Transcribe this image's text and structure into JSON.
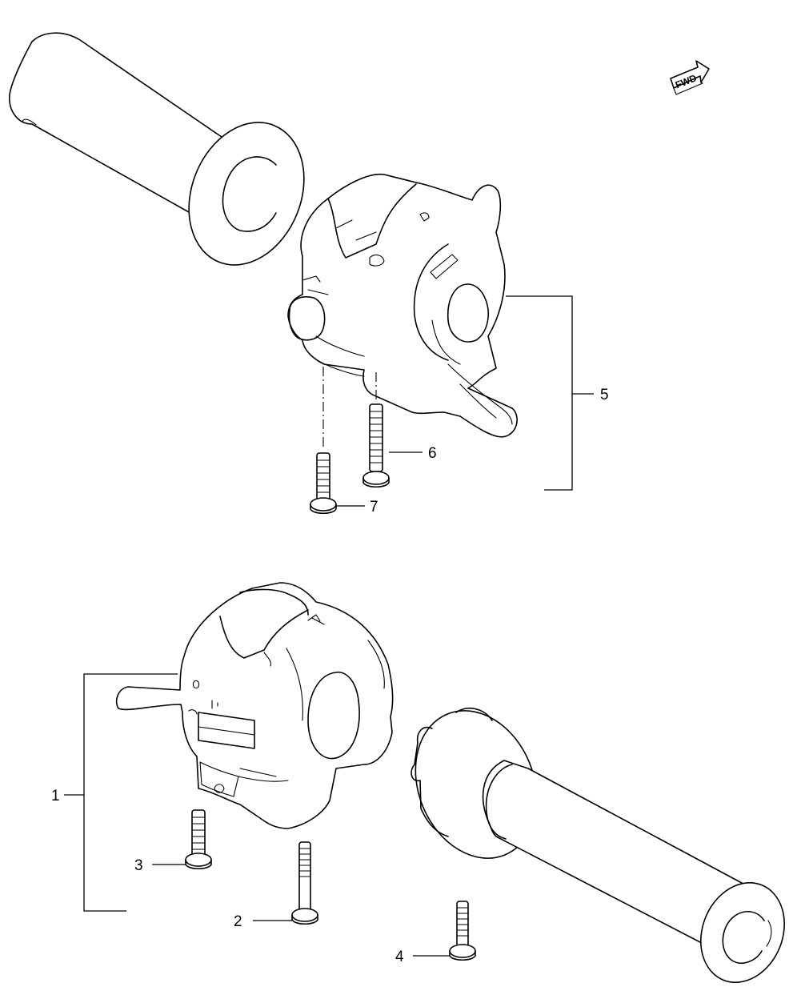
{
  "diagram": {
    "badge": {
      "text": "FWD",
      "icon": "forward-arrow-icon"
    },
    "callouts": [
      {
        "id": "1",
        "label": "1"
      },
      {
        "id": "2",
        "label": "2"
      },
      {
        "id": "3",
        "label": "3"
      },
      {
        "id": "4",
        "label": "4"
      },
      {
        "id": "5",
        "label": "5"
      },
      {
        "id": "6",
        "label": "6"
      },
      {
        "id": "7",
        "label": "7"
      }
    ]
  }
}
